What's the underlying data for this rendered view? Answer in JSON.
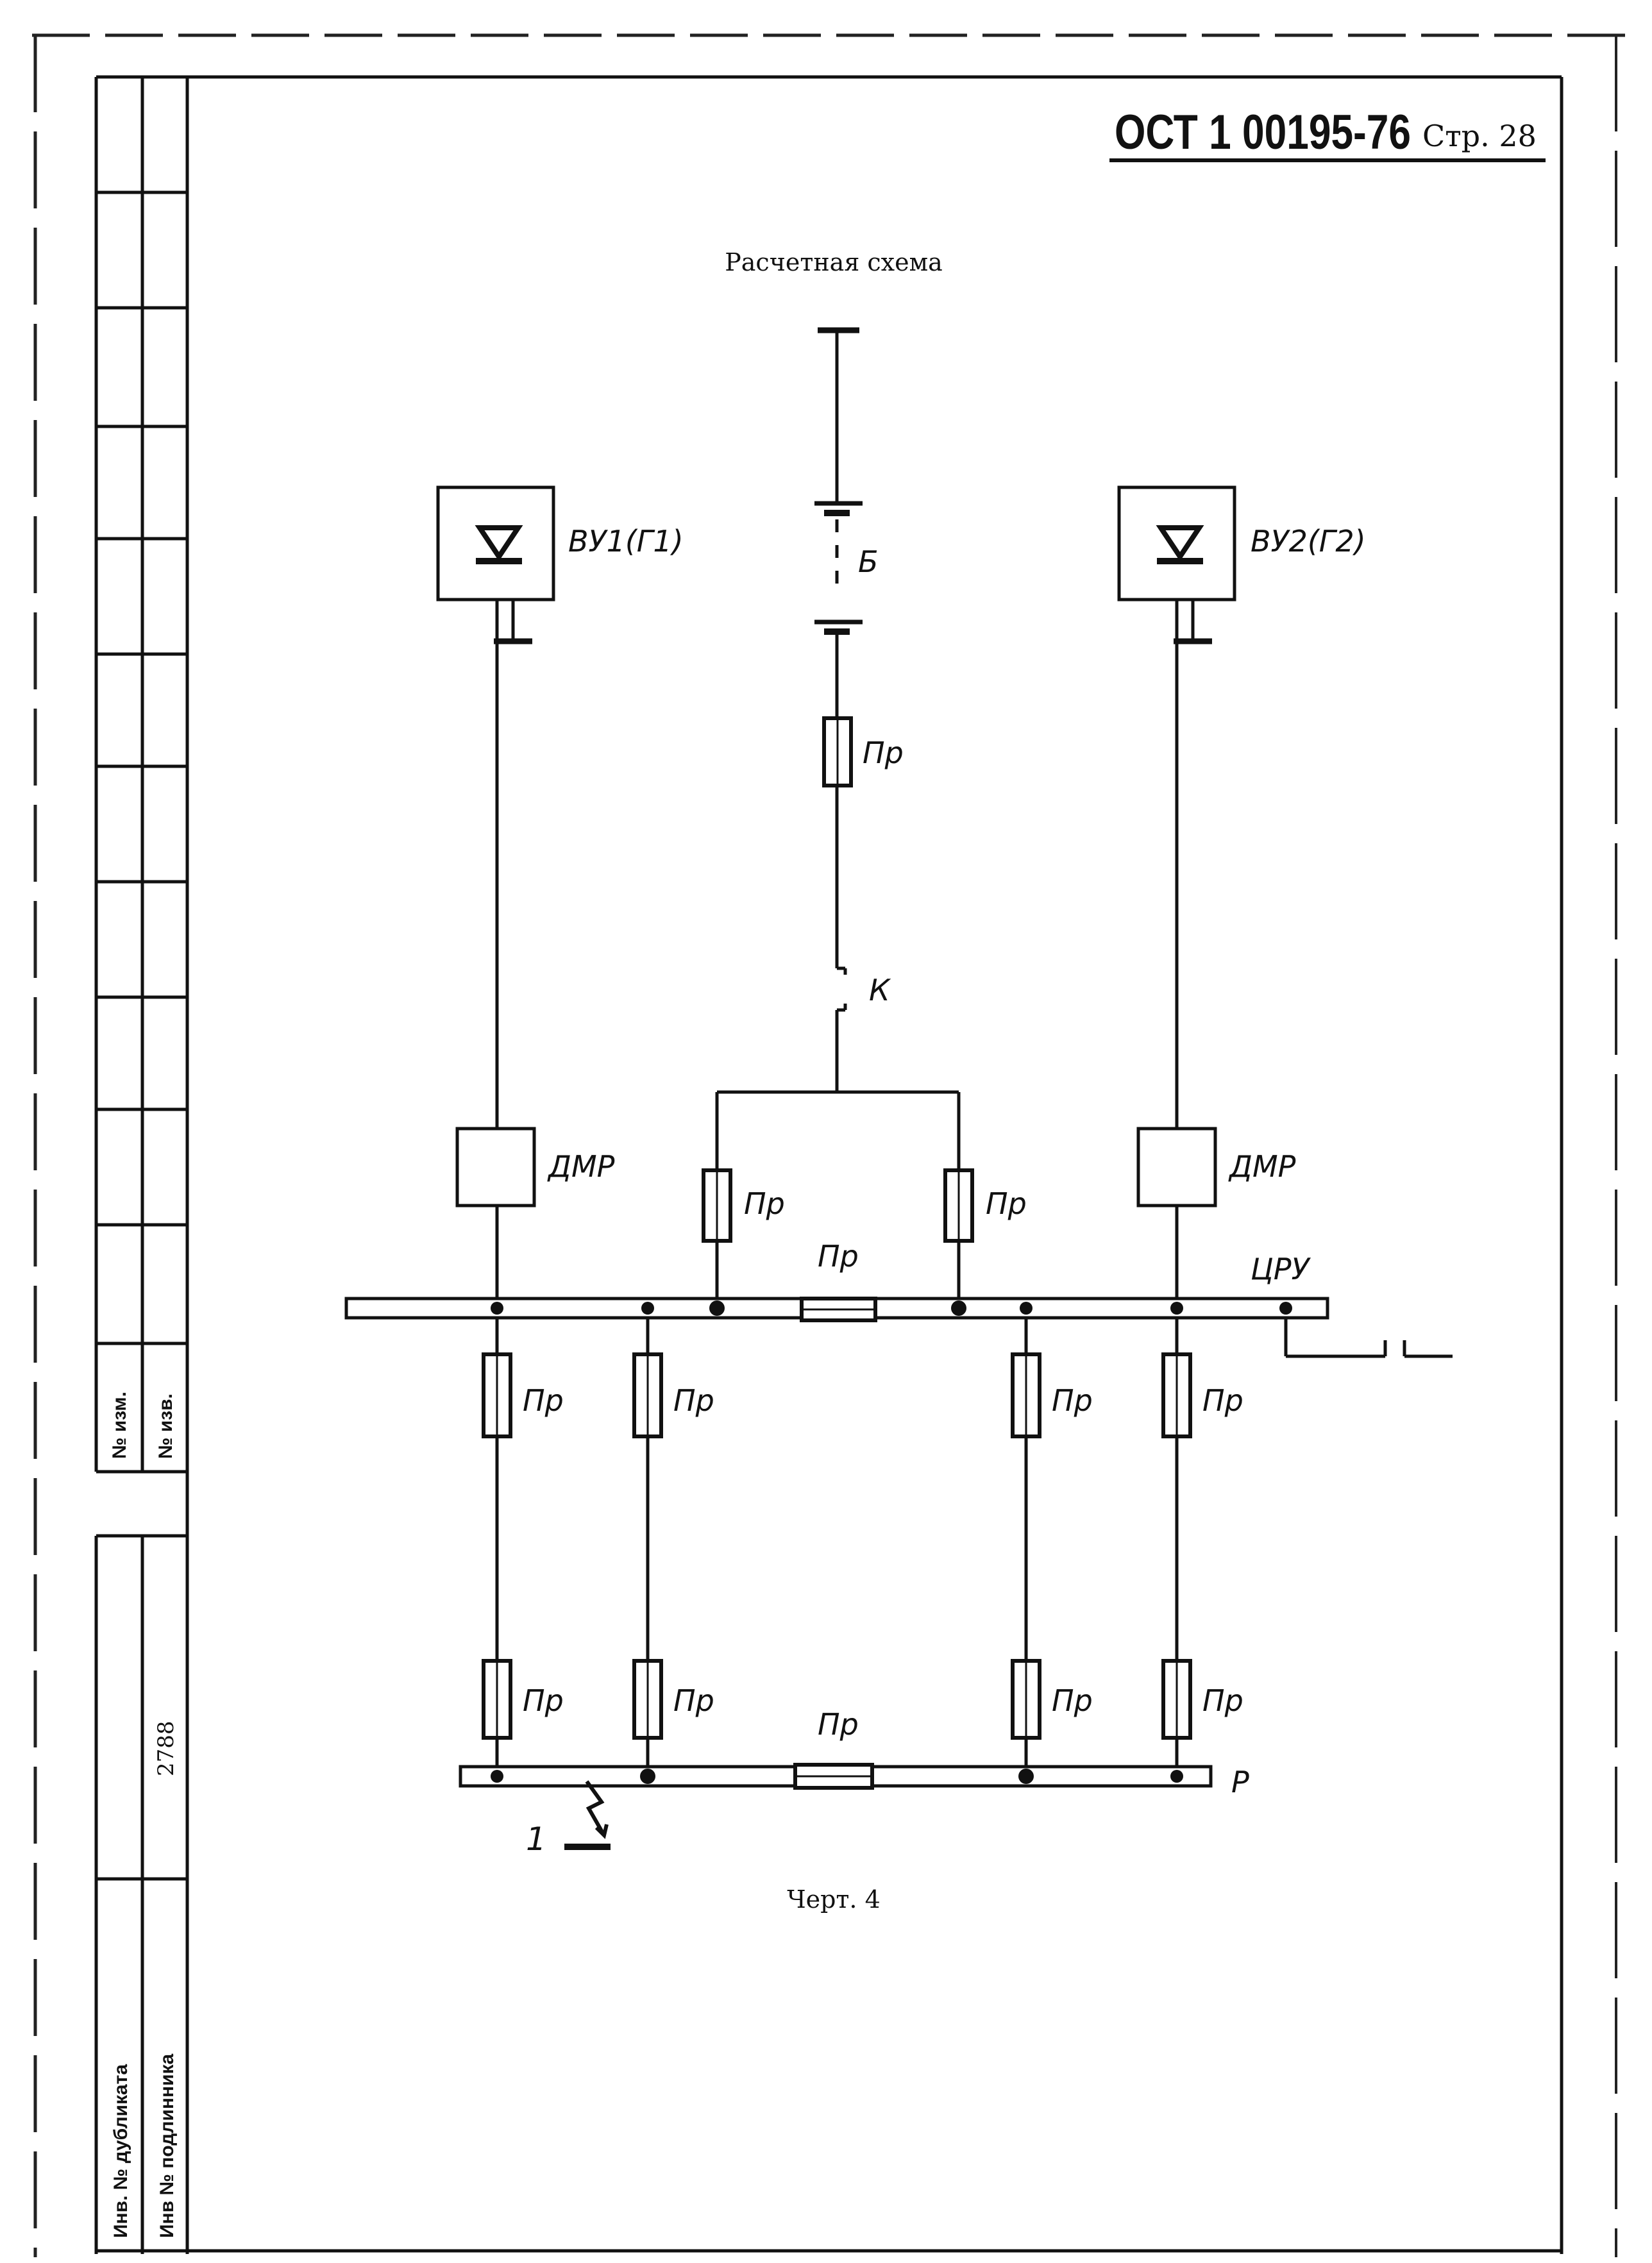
{
  "header": {
    "doc_code": "ОСТ 1 00195-76",
    "page_label": "Стр. 28"
  },
  "diagram": {
    "title": "Расчетная схема",
    "caption": "Черт. 4",
    "labels": {
      "rectifier_1": "ВУ1(Г1)",
      "rectifier_2": "ВУ2(Г2)",
      "battery": "Б",
      "fuse": "Пр",
      "switch": "К",
      "relay_1": "ДМР",
      "relay_2": "ДМР",
      "main_bus": "ЦРУ",
      "dist_bus": "Р",
      "fault_point": "1"
    }
  },
  "stamp": {
    "change_no": "№ изм.",
    "notice_no": "№ изв.",
    "inv_number": "2788",
    "duplicate_inv": "Инв. № дубликата",
    "original_inv": "Инв № подлинника"
  }
}
